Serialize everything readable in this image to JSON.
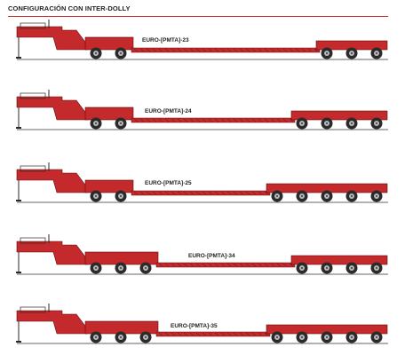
{
  "page": {
    "title": "CONFIGURACIÓN CON INTER-DOLLY"
  },
  "colors": {
    "trailer_red": "#c4292b",
    "trailer_dark": "#5a0f10",
    "tire": "#2a2a2a",
    "rule_red": "#c4292b",
    "ground": "#333333"
  },
  "configurations": [
    {
      "label": "EURO-[PMTA]-23",
      "front_axles": 2,
      "rear_axles": 3
    },
    {
      "label": "EURO-[PMTA]-24",
      "front_axles": 2,
      "rear_axles": 4
    },
    {
      "label": "EURO-[PMTA]-25",
      "front_axles": 2,
      "rear_axles": 5
    },
    {
      "label": "EURO-[PMTA]-34",
      "front_axles": 3,
      "rear_axles": 4
    },
    {
      "label": "EURO-[PMTA]-35",
      "front_axles": 3,
      "rear_axles": 5
    }
  ]
}
